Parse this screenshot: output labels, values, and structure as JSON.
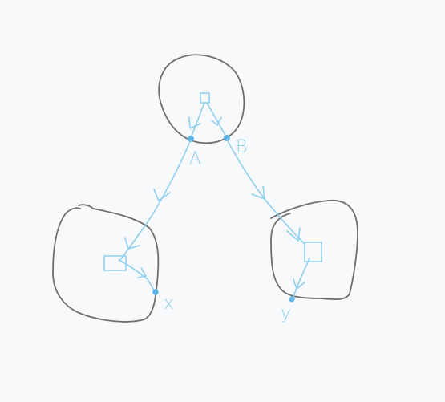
{
  "labels": {
    "a": "A",
    "b": "B",
    "x": "x",
    "y": "y"
  },
  "colors": {
    "background": "#f8f9fa",
    "region_stroke": "#6e6e6e",
    "wire_stroke": "#8ecff0",
    "node_fill": "#5fb4e6"
  }
}
